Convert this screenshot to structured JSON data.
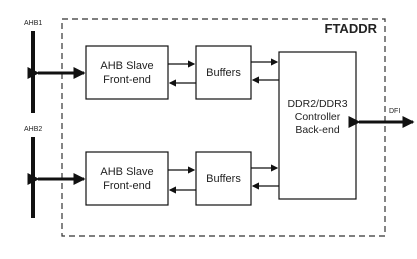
{
  "title": "FTADDR",
  "buses": {
    "ahb1": "AHB1",
    "ahb2": "AHB2",
    "dfi": "DFI"
  },
  "blocks": {
    "slave1": {
      "line1": "AHB Slave",
      "line2": "Front-end"
    },
    "buffers1": "Buffers",
    "slave2": {
      "line1": "AHB Slave",
      "line2": "Front-end"
    },
    "buffers2": "Buffers",
    "controller": {
      "line1": "DDR2/DDR3",
      "line2": "Controller",
      "line3": "Back-end"
    }
  }
}
